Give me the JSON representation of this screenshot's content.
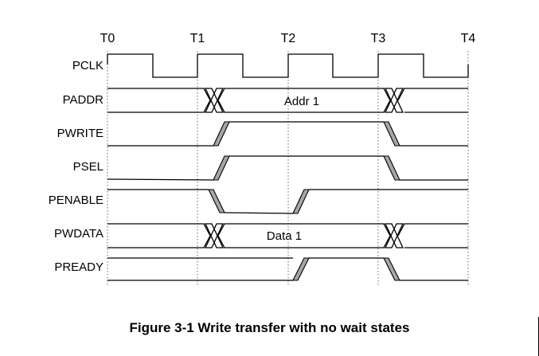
{
  "diagram": {
    "times": [
      "T0",
      "T1",
      "T2",
      "T3",
      "T4"
    ],
    "signals": [
      {
        "name": "PCLK",
        "kind": "clock"
      },
      {
        "name": "PADDR",
        "kind": "bus",
        "value": "Addr 1"
      },
      {
        "name": "PWRITE",
        "kind": "single"
      },
      {
        "name": "PSEL",
        "kind": "single"
      },
      {
        "name": "PENABLE",
        "kind": "single"
      },
      {
        "name": "PWDATA",
        "kind": "bus",
        "value": "Data 1"
      },
      {
        "name": "PREADY",
        "kind": "single"
      }
    ]
  },
  "caption": "Figure 3-1 Write transfer with no wait states"
}
